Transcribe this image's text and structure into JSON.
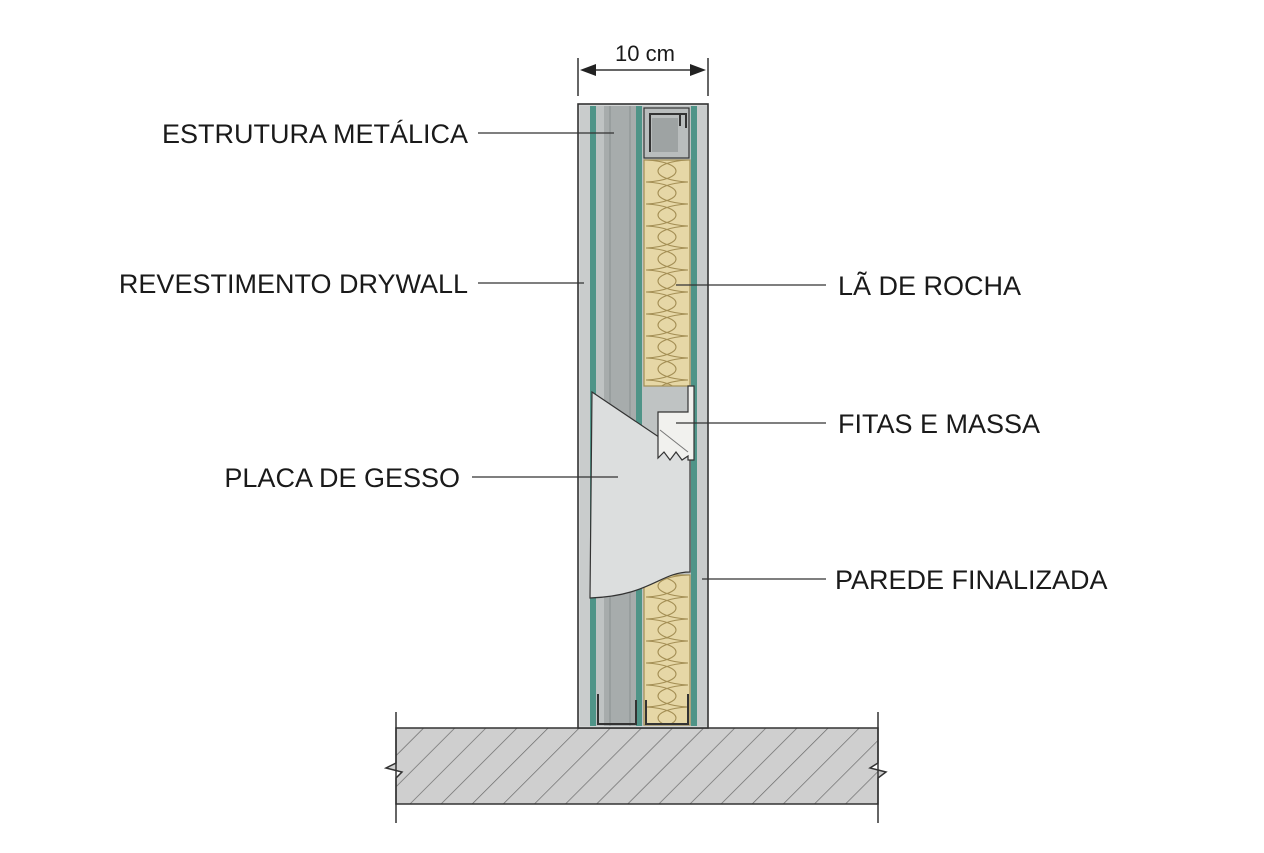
{
  "dimension": {
    "label": "10 cm"
  },
  "labels": {
    "metal_frame": "ESTRUTURA METÁLICA",
    "drywall_lining": "REVESTIMENTO DRYWALL",
    "gypsum_board": "PLACA DE GESSO",
    "rock_wool": "LÃ DE ROCHA",
    "tape_and_compound": "FITAS E MASSA",
    "finished_wall": "PAREDE FINALIZADA"
  },
  "colors": {
    "gypsum": "#d4d6d6",
    "board_face": "#bfc3c3",
    "membrane": "#4f9488",
    "insulation": "#e6d7a6",
    "insulation_line": "#a48f55",
    "steel": "#b9bdbd",
    "cavity": "#a7acac",
    "slab": "#cfcfcf",
    "ink": "#333333"
  }
}
